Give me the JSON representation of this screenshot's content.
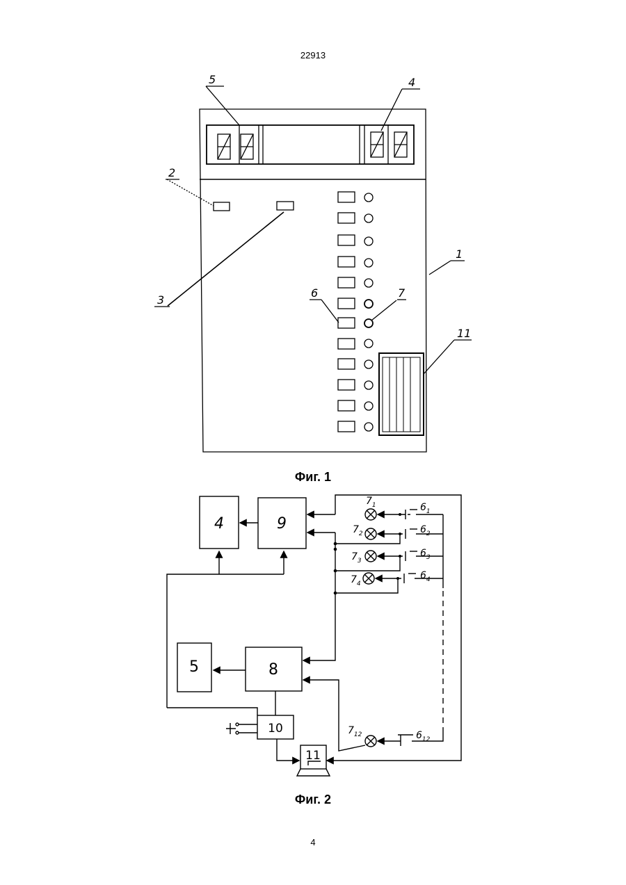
{
  "header": {
    "doc_number": "22913"
  },
  "footer": {
    "page_number": "4"
  },
  "figure1": {
    "caption": "Фиг. 1",
    "labels": {
      "l1": "1",
      "l2": "2",
      "l3": "3",
      "l4": "4",
      "l5": "5",
      "l6": "6",
      "l7": "7",
      "l11": "11"
    }
  },
  "figure2": {
    "caption": "Фиг. 2",
    "blocks": {
      "b4": "4",
      "b9": "9",
      "b5": "5",
      "b8": "8",
      "b10": "10",
      "b11": "11"
    },
    "lamps": [
      {
        "lamp": "7",
        "lamp_sub": "1",
        "button": "6",
        "button_sub": "1"
      },
      {
        "lamp": "7",
        "lamp_sub": "2",
        "button": "6",
        "button_sub": "2"
      },
      {
        "lamp": "7",
        "lamp_sub": "3",
        "button": "6",
        "button_sub": "3"
      },
      {
        "lamp": "7",
        "lamp_sub": "4",
        "button": "6",
        "button_sub": "4"
      },
      {
        "lamp": "7",
        "lamp_sub": "12",
        "button": "6",
        "button_sub": "12"
      }
    ]
  }
}
